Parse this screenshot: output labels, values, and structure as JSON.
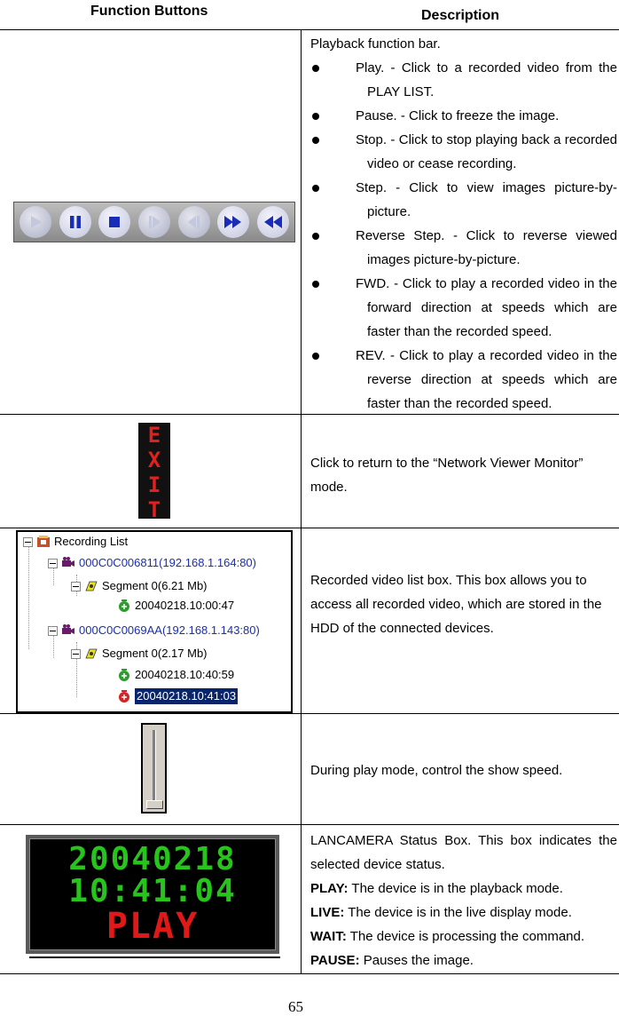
{
  "header": {
    "col1": "Function Buttons",
    "col2": "Description"
  },
  "rows": {
    "playback": {
      "intro": "Playback function bar.",
      "items": [
        "Play. - Click to a recorded video from the PLAY LIST.",
        "Pause. - Click to freeze the image.",
        "Stop. - Click to stop playing back a recorded video or cease recording.",
        "Step. - Click to view images picture-by-picture.",
        "Reverse Step. - Click to reverse viewed images picture-by-picture.",
        "FWD. - Click to play a recorded video in the forward direction at speeds which are faster than the recorded speed.",
        "REV. - Click to play a recorded video in the reverse direction at speeds which are faster than the recorded speed."
      ],
      "buttons": [
        "play-icon",
        "pause-icon",
        "stop-icon",
        "step-icon",
        "reverse-step-icon",
        "fwd-icon",
        "rev-icon"
      ]
    },
    "exit": {
      "letters": [
        "E",
        "X",
        "I",
        "T"
      ],
      "text": "Click to return to the “Network Viewer Monitor” mode."
    },
    "list": {
      "tree": {
        "root": "Recording List",
        "device1": "000C0C006811(192.168.1.164:80)",
        "segment1": "Segment 0(6.21 Mb)",
        "rec1": "20040218.10:00:47",
        "device2": "000C0C0069AA(192.168.1.143:80)",
        "segment2": "Segment 0(2.17 Mb)",
        "rec2": "20040218.10:40:59",
        "rec3": "20040218.10:41:03"
      },
      "text": "Recorded video list box. This box allows you to access all recorded video, which are stored in the HDD of the connected devices."
    },
    "speed": {
      "text": "During play mode, control the show speed."
    },
    "status": {
      "display": {
        "date": "20040218",
        "time": "10:41:04",
        "mode": "PLAY"
      },
      "intro": "LANCAMERA Status Box. This box indicates the selected device status.",
      "play_label": "PLAY:",
      "play_text": " The device is in the playback mode.",
      "live_label": "LIVE:",
      "live_text": " The device is in the live display mode.",
      "wait_label": "WAIT:",
      "wait_text": " The device is processing the command.",
      "pause_label": "PAUSE:",
      "pause_text": " Pauses the image."
    }
  },
  "page_number": "65"
}
